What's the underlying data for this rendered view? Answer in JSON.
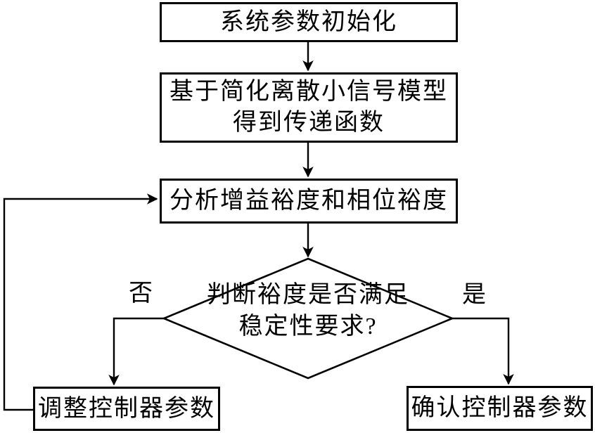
{
  "flowchart": {
    "nodes": {
      "init": {
        "label": "系统参数初始化"
      },
      "model": {
        "line1": "基于简化离散小信号模型",
        "line2": "得到传递函数"
      },
      "analyze": {
        "label": "分析增益裕度和相位裕度"
      },
      "decision": {
        "line1": "判断裕度是否满足",
        "line2": "稳定性要求?"
      },
      "adjust": {
        "label": "调整控制器参数"
      },
      "confirm": {
        "label": "确认控制器参数"
      }
    },
    "edge_labels": {
      "no": "否",
      "yes": "是"
    },
    "colors": {
      "stroke": "#000000",
      "background": "#ffffff",
      "text": "#000000"
    }
  }
}
